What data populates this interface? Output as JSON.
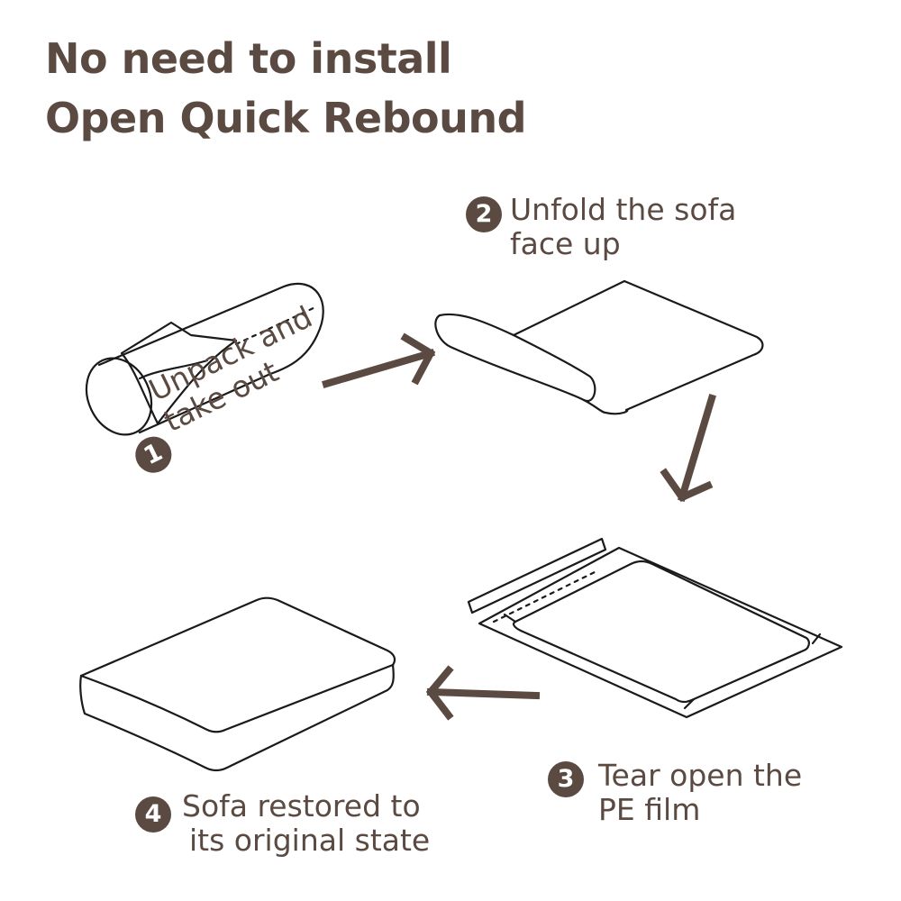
{
  "heading": {
    "line1": "No need to install",
    "line2": "Open Quick Rebound"
  },
  "steps": [
    {
      "number": "1",
      "line1": "Unpack and",
      "line2": "take out"
    },
    {
      "number": "2",
      "line1": "Unfold the sofa",
      "line2": "face up"
    },
    {
      "number": "3",
      "line1": "Tear open the",
      "line2": "PE film"
    },
    {
      "number": "4",
      "line1": "Sofa restored to",
      "line2": "its original state"
    }
  ],
  "colors": {
    "text": "#5a4a42",
    "line_art": "#1a1a1a",
    "background": "#ffffff"
  }
}
